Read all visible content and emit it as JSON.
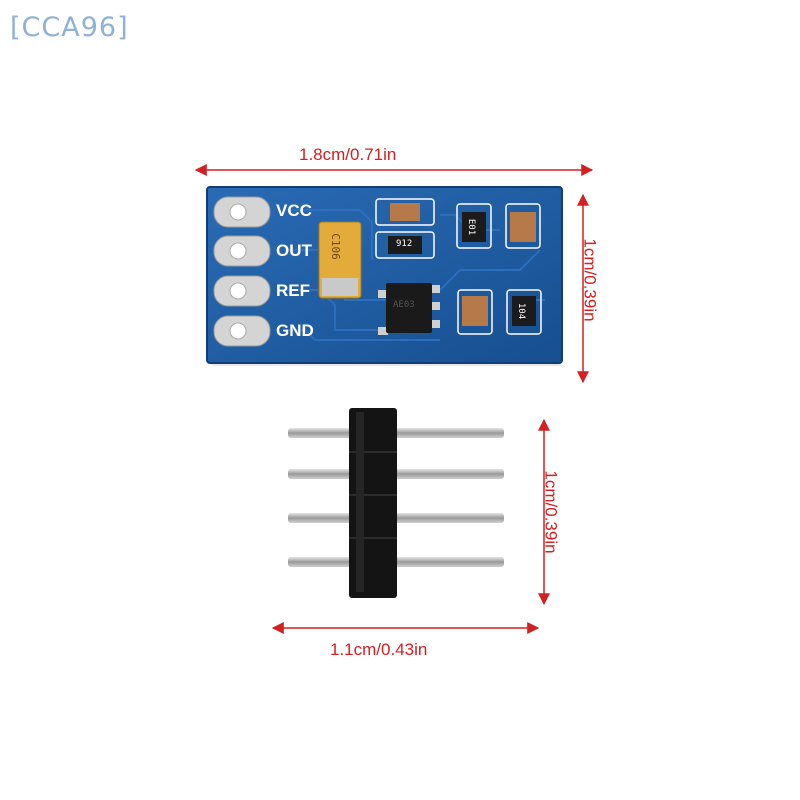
{
  "watermark": "[CCA96]",
  "dimensions": {
    "board_width": "1.8cm/0.71in",
    "board_height": "1cm/0.39in",
    "header_height": "1cm/0.39in",
    "header_width": "1.1cm/0.43in"
  },
  "board": {
    "pins": [
      "VCC",
      "OUT",
      "REF",
      "GND"
    ],
    "capacitor_marking": "C106",
    "resistor_marking_1": "912",
    "resistor_marking_2": "E01",
    "resistor_marking_3": "104",
    "ic_marking": "AE03"
  },
  "colors": {
    "pcb": "#1f5fa6",
    "dimension_lines": "#d32020",
    "header_plastic": "#141414",
    "pins": "#b9b9b9"
  }
}
